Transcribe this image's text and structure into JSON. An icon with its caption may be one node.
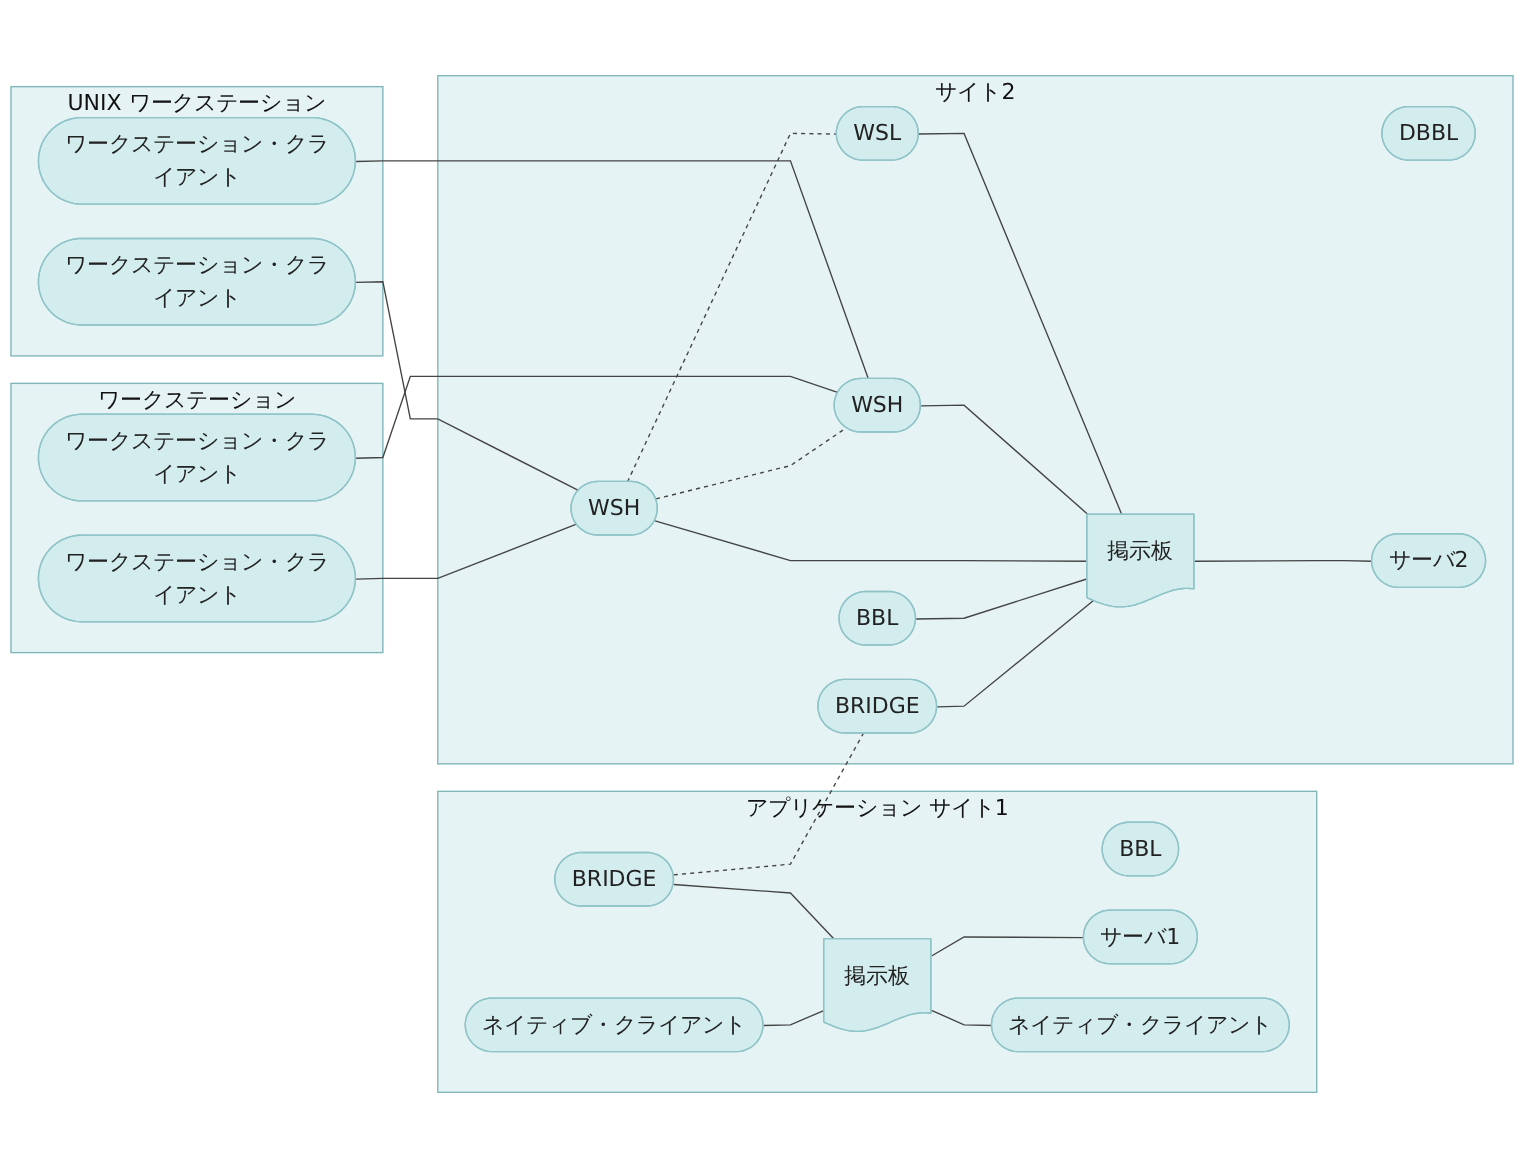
{
  "diagram": {
    "nodes": [
      {
        "text": [
          "ワークステーション"
        ]
      },
      {
        "text": [
          "ワークステーション・クライアント"
        ],
        "in": 0
      },
      {
        "text": [
          "ワークステーション・クライアント"
        ],
        "in": 0
      },
      {
        "text": [
          "UNIX ワークステーション"
        ]
      },
      {
        "text": [
          "ワークステーション・クライアント"
        ],
        "in": 3
      },
      {
        "text": [
          "ワークステーション・クライアント"
        ],
        "in": 3
      },
      {
        "text": [
          "アプリケーション サイト1"
        ]
      },
      {
        "text": [
          "BBL"
        ],
        "in": 6
      },
      {
        "text": [
          "ネイティブ・クライアント"
        ],
        "in": 6
      },
      {
        "text": [
          "掲示板"
        ],
        "in": 6
      },
      {
        "text": [
          "サーバ1"
        ],
        "in": 6
      },
      {
        "text": [
          "BRIDGE"
        ],
        "in": 6
      },
      {
        "text": [
          "ネイティブ・クライアント"
        ],
        "in": 6
      },
      {
        "text": [
          "サイト2"
        ]
      },
      {
        "text": [
          "BRIDGE"
        ],
        "in": 13
      },
      {
        "text": [
          "BBL"
        ],
        "in": 13
      },
      {
        "text": [
          "DBBL"
        ],
        "in": 13
      },
      {
        "text": [
          "WSH"
        ],
        "in": 13
      },
      {
        "text": [
          "掲示板"
        ],
        "in": 13
      },
      {
        "text": [
          "サーバ2"
        ],
        "in": 13
      },
      {
        "text": [
          "WSH"
        ],
        "in": 13
      },
      {
        "text": [
          "WSL"
        ],
        "in": 13
      }
    ],
    "edges": [
      {
        "from": 8,
        "to": 9,
        "arrow": "none"
      },
      {
        "from": 9,
        "to": 10,
        "arrow": "none"
      },
      {
        "from": 11,
        "to": 9,
        "arrow": "none"
      },
      {
        "from": 9,
        "to": 12,
        "arrow": "none"
      },
      {
        "from": 11,
        "to": 14,
        "arrow": "none",
        "style": "dashed"
      },
      {
        "from": 14,
        "to": 18,
        "arrow": "none"
      },
      {
        "from": 15,
        "to": 18,
        "arrow": "none"
      },
      {
        "from": 17,
        "to": 18,
        "arrow": "none"
      },
      {
        "from": 18,
        "to": 19,
        "arrow": "none"
      },
      {
        "from": 20,
        "to": 18,
        "arrow": "none"
      },
      {
        "from": 21,
        "to": 18,
        "arrow": "none"
      },
      {
        "from": 17,
        "to": 20,
        "arrow": "none",
        "style": "dashed"
      },
      {
        "from": 17,
        "to": 21,
        "arrow": "none",
        "style": "dashed"
      },
      {
        "from": 1,
        "to": 17,
        "arrow": "none"
      },
      {
        "from": 2,
        "to": 20,
        "arrow": "none"
      },
      {
        "from": 4,
        "to": 17,
        "arrow": "none"
      },
      {
        "from": 5,
        "to": 20,
        "arrow": "none"
      }
    ]
  }
}
